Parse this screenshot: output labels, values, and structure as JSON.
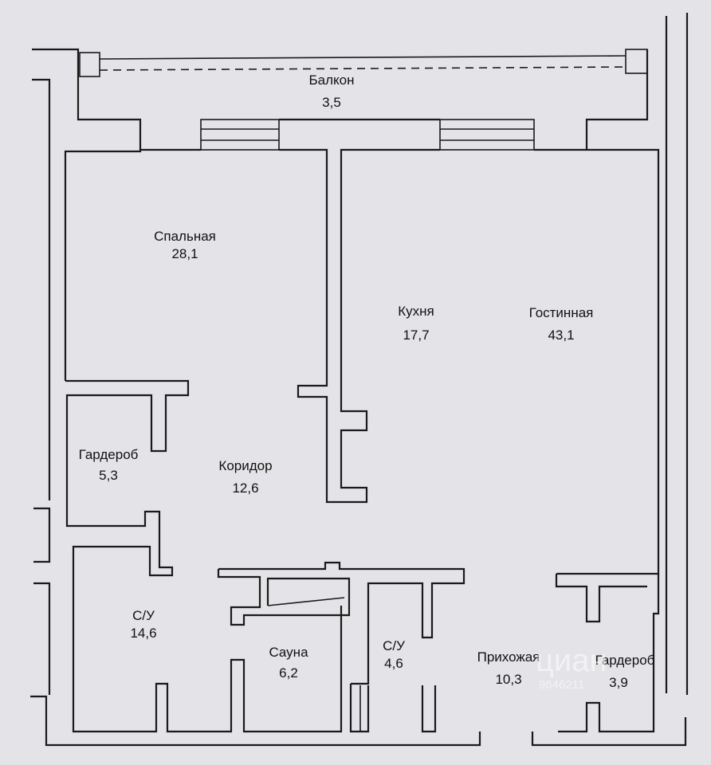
{
  "plan": {
    "rooms": [
      {
        "key": "balcony",
        "name": "Балкон",
        "area": "3,5"
      },
      {
        "key": "bedroom",
        "name": "Спальная",
        "area": "28,1"
      },
      {
        "key": "kitchen",
        "name": "Кухня",
        "area": "17,7"
      },
      {
        "key": "living",
        "name": "Гостинная",
        "area": "43,1"
      },
      {
        "key": "wardrobe1",
        "name": "Гардероб",
        "area": "5,3"
      },
      {
        "key": "corridor",
        "name": "Коридор",
        "area": "12,6"
      },
      {
        "key": "bath1",
        "name": "С/У",
        "area": "14,6"
      },
      {
        "key": "sauna",
        "name": "Сауна",
        "area": "6,2"
      },
      {
        "key": "bath2",
        "name": "С/У",
        "area": "4,6"
      },
      {
        "key": "hall",
        "name": "Прихожая",
        "area": "10,3"
      },
      {
        "key": "wardrobe2",
        "name": "Гардероб",
        "area": "3,9"
      }
    ]
  },
  "watermark": {
    "brand": "циан",
    "id": "9646211"
  },
  "colors": {
    "paper": "#e4e4e8",
    "ink": "#1a1a1a"
  }
}
